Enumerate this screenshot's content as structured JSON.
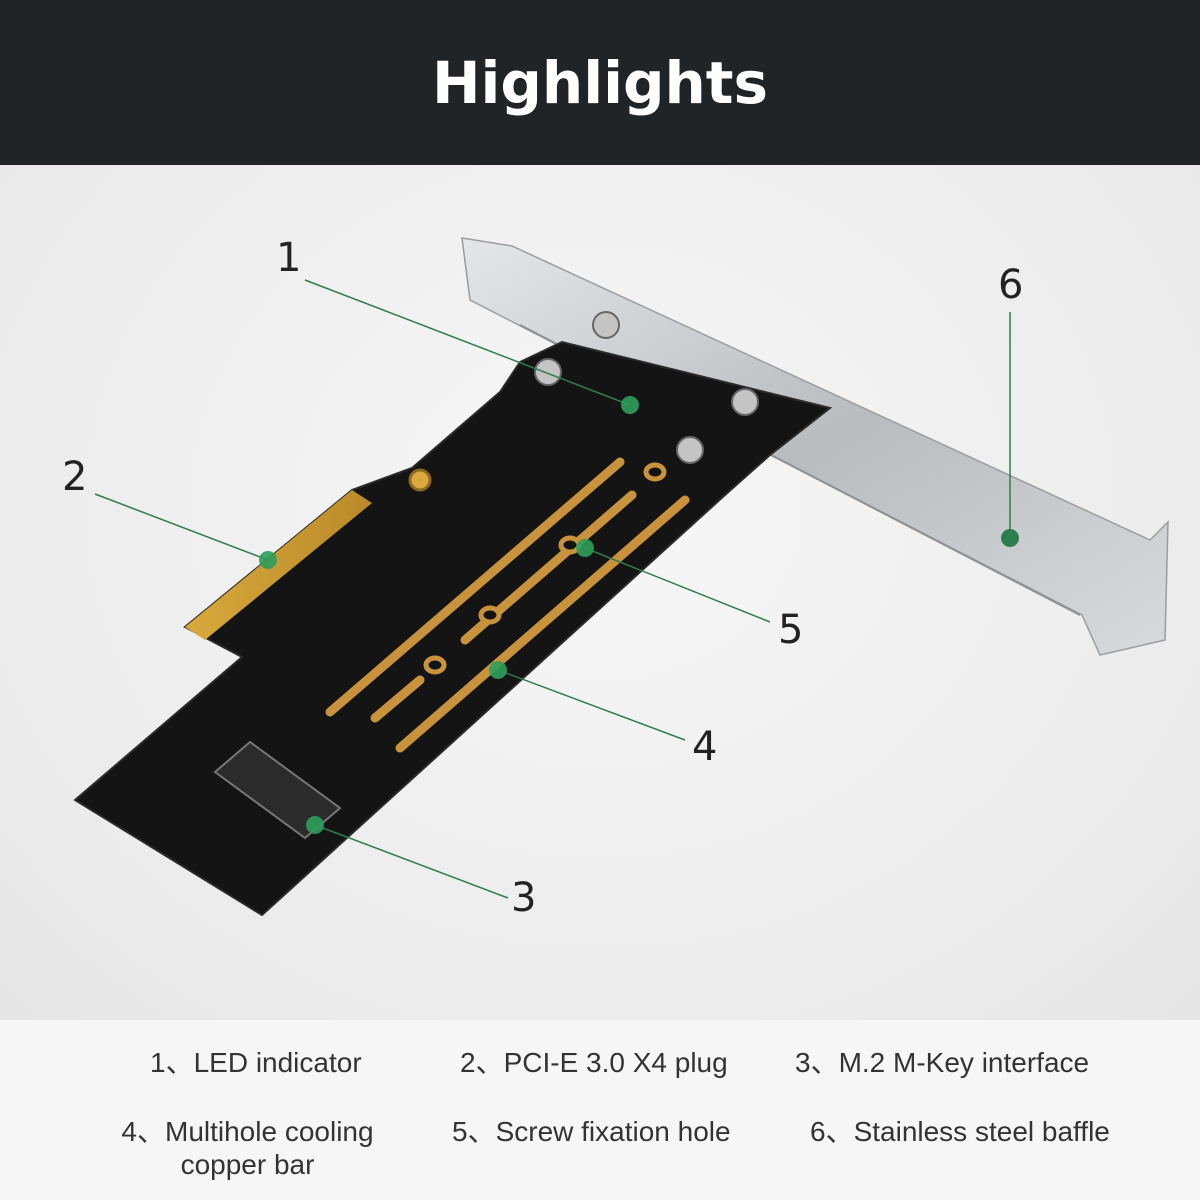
{
  "header": {
    "title": "Highlights"
  },
  "colors": {
    "header_bg": "#212427",
    "callout_line": "#2e7d4f",
    "board": "#111111",
    "copper": "#c9933d",
    "bracket": "#c9ccce"
  },
  "callouts": [
    {
      "number": "1",
      "label": "1、LED indicator"
    },
    {
      "number": "2",
      "label": "2、PCI-E 3.0 X4 plug"
    },
    {
      "number": "3",
      "label": "3、M.2 M-Key interface"
    },
    {
      "number": "4",
      "label": "4、Multihole cooling",
      "label_line2": "copper bar"
    },
    {
      "number": "5",
      "label": "5、Screw fixation hole"
    },
    {
      "number": "6",
      "label": "6、Stainless steel baffle"
    }
  ]
}
